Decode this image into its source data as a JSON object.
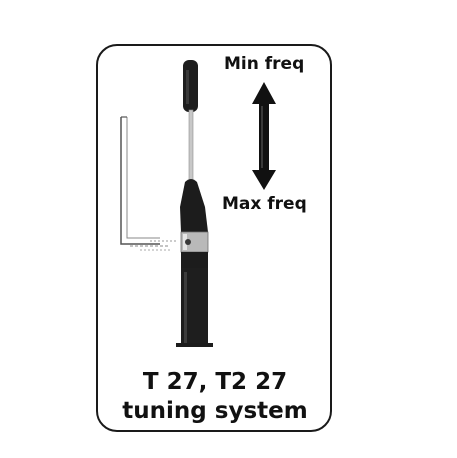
{
  "labels": {
    "min_freq": "Min freq",
    "max_freq": "Max freq"
  },
  "caption": {
    "line1": "T 27, T2 27",
    "line2": "tuning system"
  },
  "colors": {
    "border": "#1a1a1a",
    "antenna_body": "#1c1c1c",
    "collar": "#b9b9b9",
    "whip": "#c8c8c8",
    "arrow": "#111111"
  }
}
